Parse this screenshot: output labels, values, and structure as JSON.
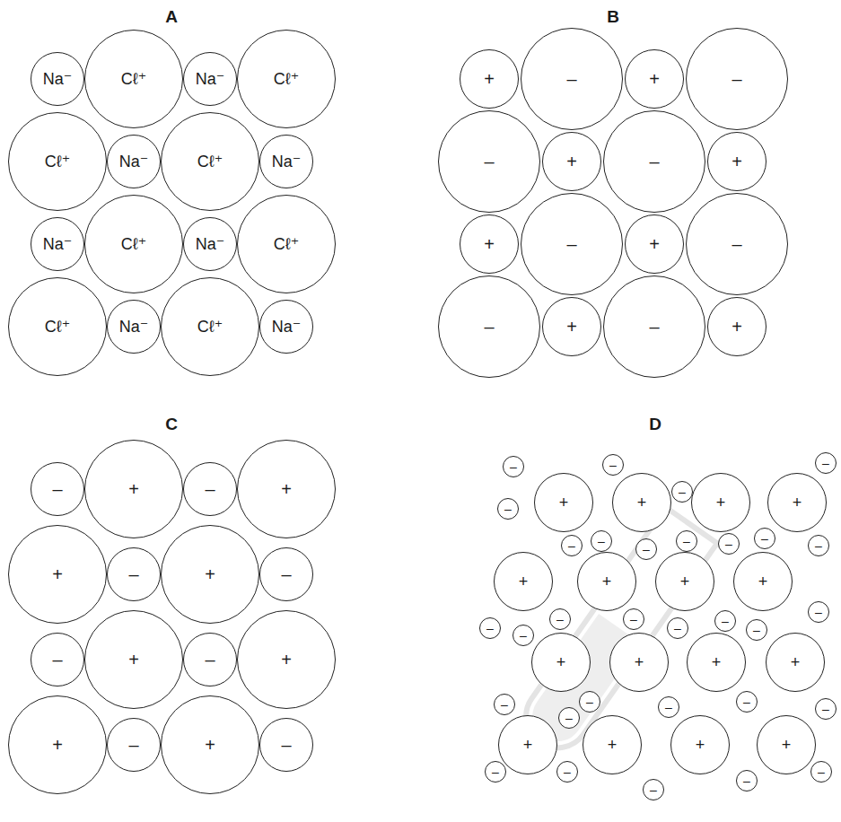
{
  "diagram": {
    "nodes": [
      {
        "text": [
          "Na⁻"
        ]
      },
      {
        "text": [
          "Cℓ⁺"
        ]
      },
      {
        "text": [
          "Na⁻"
        ]
      },
      {
        "text": [
          "Cℓ⁺"
        ]
      },
      {
        "text": [
          "Cℓ⁺"
        ]
      },
      {
        "text": [
          "Na⁻"
        ]
      },
      {
        "text": [
          "Cℓ⁺"
        ]
      },
      {
        "text": [
          "Na⁻"
        ]
      },
      {
        "text": [
          "Na⁻"
        ]
      },
      {
        "text": [
          "Cℓ⁺"
        ]
      },
      {
        "text": [
          "Na⁻"
        ]
      },
      {
        "text": [
          "Cℓ⁺"
        ]
      },
      {
        "text": [
          "Cℓ⁺"
        ]
      },
      {
        "text": [
          "Na⁻"
        ]
      },
      {
        "text": [
          "Cℓ⁺"
        ]
      },
      {
        "text": [
          "Na⁻"
        ]
      },
      {
        "text": [
          "+"
        ]
      },
      {
        "text": [
          "–"
        ]
      },
      {
        "text": [
          "+"
        ]
      },
      {
        "text": [
          "–"
        ]
      },
      {
        "text": [
          "–"
        ]
      },
      {
        "text": [
          "+"
        ]
      },
      {
        "text": [
          "–"
        ]
      },
      {
        "text": [
          "+"
        ]
      },
      {
        "text": [
          "+"
        ]
      },
      {
        "text": [
          "–"
        ]
      },
      {
        "text": [
          "+"
        ]
      },
      {
        "text": [
          "–"
        ]
      },
      {
        "text": [
          "–"
        ]
      },
      {
        "text": [
          "+"
        ]
      },
      {
        "text": [
          "–"
        ]
      },
      {
        "text": [
          "+"
        ]
      },
      {
        "text": [
          "–"
        ]
      },
      {
        "text": [
          "+"
        ]
      },
      {
        "text": [
          "–"
        ]
      },
      {
        "text": [
          "+"
        ]
      },
      {
        "text": [
          "+"
        ]
      },
      {
        "text": [
          "–"
        ]
      },
      {
        "text": [
          "+"
        ]
      },
      {
        "text": [
          "–"
        ]
      },
      {
        "text": [
          "–"
        ]
      },
      {
        "text": [
          "+"
        ]
      },
      {
        "text": [
          "–"
        ]
      },
      {
        "text": [
          "+"
        ]
      },
      {
        "text": [
          "+"
        ]
      },
      {
        "text": [
          "–"
        ]
      },
      {
        "text": [
          "+"
        ]
      },
      {
        "text": [
          "–"
        ]
      },
      {
        "text": [
          "+"
        ]
      },
      {
        "text": [
          "+"
        ]
      },
      {
        "text": [
          "+"
        ]
      },
      {
        "text": [
          "+"
        ]
      },
      {
        "text": [
          "+"
        ]
      },
      {
        "text": [
          "+"
        ]
      },
      {
        "text": [
          "+"
        ]
      },
      {
        "text": [
          "+"
        ]
      },
      {
        "text": [
          "+"
        ]
      },
      {
        "text": [
          "+"
        ]
      },
      {
        "text": [
          "+"
        ]
      },
      {
        "text": [
          "+"
        ]
      },
      {
        "text": [
          "+"
        ]
      },
      {
        "text": [
          "+"
        ]
      },
      {
        "text": [
          "+"
        ]
      },
      {
        "text": [
          "+"
        ]
      },
      {
        "text": [
          "–"
        ]
      },
      {
        "text": [
          "–"
        ]
      },
      {
        "text": [
          "–"
        ]
      },
      {
        "text": [
          "–"
        ]
      },
      {
        "text": [
          "–"
        ]
      },
      {
        "text": [
          "–"
        ]
      },
      {
        "text": [
          "–"
        ]
      },
      {
        "text": [
          "–"
        ]
      },
      {
        "text": [
          "–"
        ]
      },
      {
        "text": [
          "–"
        ]
      },
      {
        "text": [
          "–"
        ]
      },
      {
        "text": [
          "–"
        ]
      },
      {
        "text": [
          "–"
        ]
      },
      {
        "text": [
          "–"
        ]
      },
      {
        "text": [
          "–"
        ]
      },
      {
        "text": [
          "–"
        ]
      },
      {
        "text": [
          "–"
        ]
      },
      {
        "text": [
          "–"
        ]
      },
      {
        "text": [
          "–"
        ]
      },
      {
        "text": [
          "–"
        ]
      },
      {
        "text": [
          "–"
        ]
      },
      {
        "text": [
          "–"
        ]
      },
      {
        "text": [
          "–"
        ]
      },
      {
        "text": [
          "–"
        ]
      },
      {
        "text": [
          "–"
        ]
      },
      {
        "text": [
          "–"
        ]
      },
      {
        "text": [
          "–"
        ]
      },
      {
        "text": [
          "–"
        ]
      },
      {
        "text": [
          "–"
        ]
      },
      {
        "text": [
          "–"
        ]
      },
      {
        "text": [
          "–"
        ]
      }
    ],
    "labels": [
      "A",
      "B",
      "C",
      "D"
    ]
  }
}
